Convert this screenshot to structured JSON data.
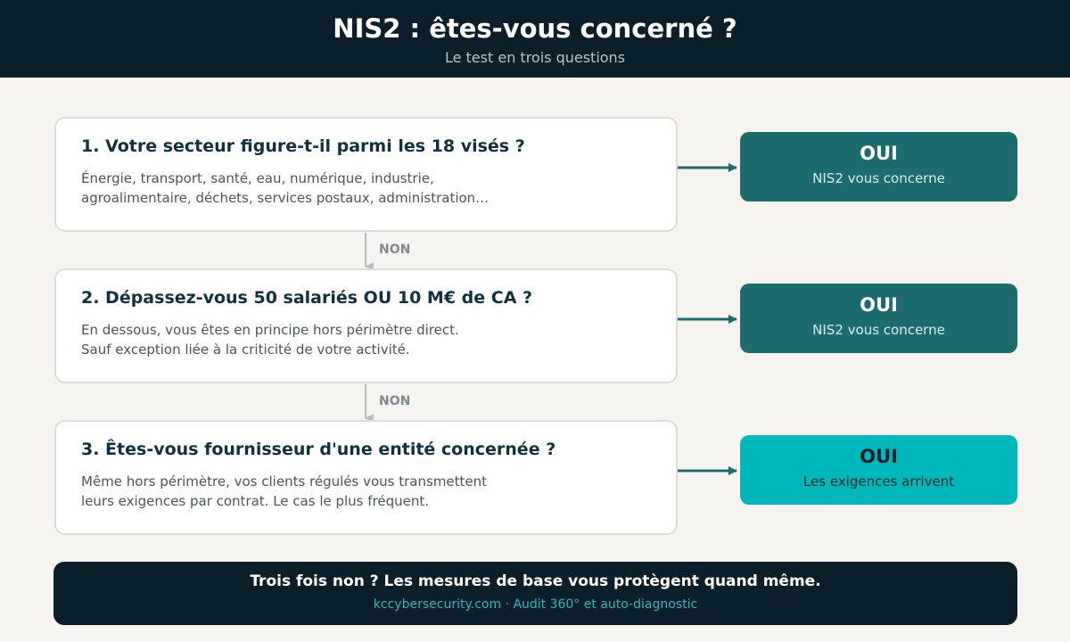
{
  "header": {
    "title": "NIS2 : êtes-vous concerné ?",
    "subtitle": "Le test en trois questions"
  },
  "questions": [
    {
      "title": "1. Votre secteur figure-t-il parmi les 18 visés ?",
      "desc_line1": "Énergie, transport, santé, eau, numérique, industrie,",
      "desc_line2": "agroalimentaire, déchets, services postaux, administration…"
    },
    {
      "title": "2. Dépassez-vous 50 salariés OU 10 M€ de CA ?",
      "desc_line1": "En dessous, vous êtes en principe hors périmètre direct.",
      "desc_line2": "Sauf exception liée à la criticité de votre activité."
    },
    {
      "title": "3. Êtes-vous fournisseur d'une entité concernée ?",
      "desc_line1": "Même hors périmètre, vos clients régulés vous transmettent",
      "desc_line2": "leurs exigences par contrat. Le cas le plus fréquent."
    }
  ],
  "answers": [
    {
      "title": "OUI",
      "sub": "NIS2 vous concerne",
      "bg": "#1c6b6d",
      "fg": "#ffffff",
      "sub_fg": "#dbeceb"
    },
    {
      "title": "OUI",
      "sub": "NIS2 vous concerne",
      "bg": "#1c6b6d",
      "fg": "#ffffff",
      "sub_fg": "#dbeceb"
    },
    {
      "title": "OUI",
      "sub": "Les exigences arrivent",
      "bg": "#00b8bb",
      "fg": "#0b1f2a",
      "sub_fg": "#0b2a30"
    }
  ],
  "connectors": {
    "no_label": "NON"
  },
  "footer": {
    "main": "Trois fois non ? Les mesures de base vous protègent quand même.",
    "sub": "kccybersecurity.com  ·  Audit 360° et auto-diagnostic"
  },
  "colors": {
    "header_bg": "#0b1f2a",
    "page_bg": "#f5f4f0",
    "arrow_teal": "#1c6b6d",
    "arrow_grey": "#b8bfbf"
  }
}
